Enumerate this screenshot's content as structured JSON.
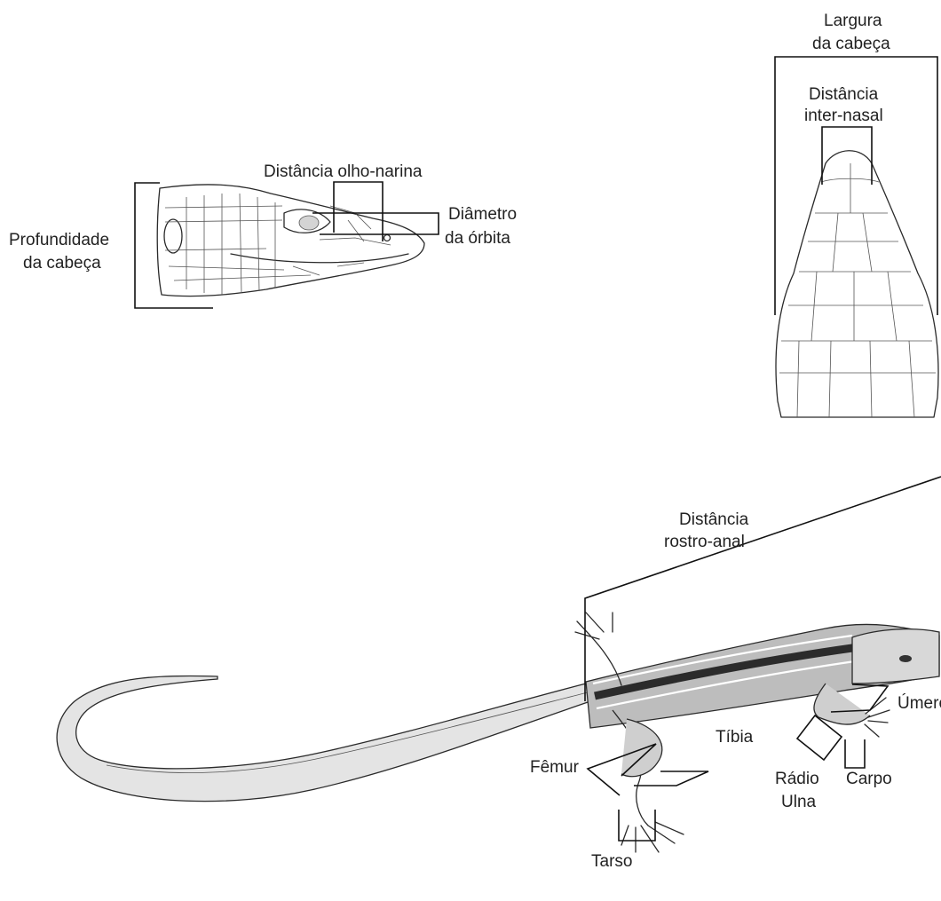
{
  "labels": {
    "head_depth_1": "Profundidade",
    "head_depth_2": "da cabeça",
    "eye_nostril": "Distância olho-narina",
    "orbit_1": "Diâmetro",
    "orbit_2": "da órbita",
    "head_width_1": "Largura",
    "head_width_2": "da cabeça",
    "internasal_1": "Distância",
    "internasal_2": "inter-nasal",
    "svl_1": "Distância",
    "svl_2": "rostro-anal",
    "humerus": "Úmero",
    "tibia": "Tíbia",
    "femur": "Fêmur",
    "radius_1": "Rádio",
    "radius_2": "Ulna",
    "carpus": "Carpo",
    "tarsus": "Tarso"
  }
}
